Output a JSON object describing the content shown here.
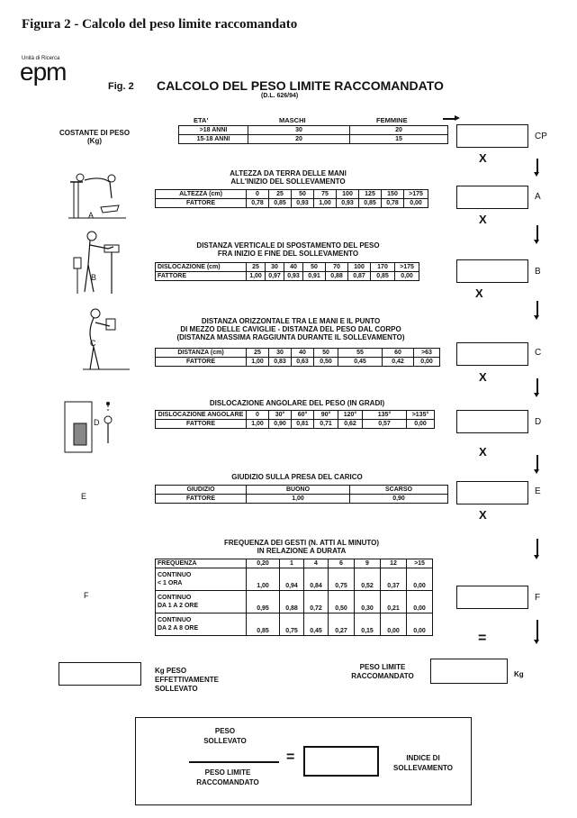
{
  "page_title": "Figura 2 - Calcolo del peso limite raccomandato",
  "logo": {
    "small": "Unità di Ricerca",
    "big": "epm"
  },
  "fig_label": "Fig. 2",
  "heading": "CALCOLO DEL PESO LIMITE RACCOMANDATO",
  "subheading": "(D.L. 626/94)",
  "cp": {
    "left_label_1": "COSTANTE DI PESO",
    "left_label_2": "(Kg)",
    "header": [
      "ETA'",
      "MASCHI",
      "FEMMINE"
    ],
    "rows": [
      [
        ">18 ANNI",
        "30",
        "20"
      ],
      [
        "15-18 ANNI",
        "20",
        "15"
      ]
    ],
    "letter": "CP"
  },
  "a": {
    "caption_1": "ALTEZZA DA TERRA DELLE MANI",
    "caption_2": "ALL'INIZIO DEL SOLLEVAMENTO",
    "rows": [
      [
        "ALTEZZA (cm)",
        "0",
        "25",
        "50",
        "75",
        "100",
        "125",
        "150",
        ">175"
      ],
      [
        "FATTORE",
        "0,78",
        "0,85",
        "0,93",
        "1,00",
        "0,93",
        "0,85",
        "0,78",
        "0,00"
      ]
    ],
    "letter": "A",
    "fig_letter": "A"
  },
  "b": {
    "caption_1": "DISTANZA VERTICALE DI SPOSTAMENTO DEL PESO",
    "caption_2": "FRA INIZIO E FINE DEL SOLLEVAMENTO",
    "rows": [
      [
        "DISLOCAZIONE (cm)",
        "25",
        "30",
        "40",
        "50",
        "70",
        "100",
        "170",
        ">175"
      ],
      [
        "FATTORE",
        "1,00",
        "0,97",
        "0,93",
        "0,91",
        "0,88",
        "0,87",
        "0,85",
        "0,00"
      ]
    ],
    "letter": "B",
    "fig_letter": "B"
  },
  "c": {
    "caption_1": "DISTANZA ORIZZONTALE TRA LE MANI E IL PUNTO",
    "caption_2": "DI MEZZO DELLE CAVIGLIE - DISTANZA DEL PESO DAL CORPO",
    "caption_3": "(DISTANZA MASSIMA RAGGIUNTA DURANTE IL SOLLEVAMENTO)",
    "rows": [
      [
        "DISTANZA (cm)",
        "25",
        "30",
        "40",
        "50",
        "55",
        "60",
        ">63"
      ],
      [
        "FATTORE",
        "1,00",
        "0,83",
        "0,63",
        "0,50",
        "0,45",
        "0,42",
        "0,00"
      ]
    ],
    "letter": "C",
    "fig_letter": "C"
  },
  "d": {
    "caption": "DISLOCAZIONE ANGOLARE DEL PESO (IN GRADI)",
    "rows": [
      [
        "DISLOCAZIONE ANGOLARE",
        "0",
        "30°",
        "60°",
        "90°",
        "120°",
        "135°",
        ">135°"
      ],
      [
        "FATTORE",
        "1,00",
        "0,90",
        "0,81",
        "0,71",
        "0,62",
        "0,57",
        "0,00"
      ]
    ],
    "letter": "D",
    "fig_letter": "D"
  },
  "e": {
    "caption": "GIUDIZIO SULLA PRESA DEL CARICO",
    "rows": [
      [
        "GIUDIZIO",
        "BUONO",
        "SCARSO"
      ],
      [
        "FATTORE",
        "1,00",
        "0,90"
      ]
    ],
    "letter": "E",
    "left_letter": "E"
  },
  "f": {
    "caption_1": "FREQUENZA DEI GESTI (N. ATTI AL MINUTO)",
    "caption_2": "IN RELAZIONE A DURATA",
    "header": [
      "FREQUENZA",
      "0,20",
      "1",
      "4",
      "6",
      "9",
      "12",
      ">15"
    ],
    "rows": [
      [
        "CONTINUO",
        "< 1 ORA",
        "1,00",
        "0,94",
        "0,84",
        "0,75",
        "0,52",
        "0,37",
        "0,00"
      ],
      [
        "CONTINUO",
        "DA 1 A 2 ORE",
        "0,95",
        "0,88",
        "0,72",
        "0,50",
        "0,30",
        "0,21",
        "0,00"
      ],
      [
        "CONTINUO",
        "DA 2 A 8 ORE",
        "0,85",
        "0,75",
        "0,45",
        "0,27",
        "0,15",
        "0,00",
        "0,00"
      ]
    ],
    "letter": "F",
    "left_letter": "F"
  },
  "multiply": "X",
  "equals": "=",
  "kg_lifted": {
    "line_1": "Kg PESO",
    "line_2": "EFFETTIVAMENTE",
    "line_3": "SOLLEVATO"
  },
  "recommended": {
    "line_1": "PESO LIMITE",
    "line_2": "RACCOMANDATO",
    "unit": "Kg"
  },
  "index": {
    "numerator_1": "PESO",
    "numerator_2": "SOLLEVATO",
    "denominator_1": "PESO LIMITE",
    "denominator_2": "RACCOMANDATO",
    "result_1": "INDICE DI",
    "result_2": "SOLLEVAMENTO",
    "equals": "="
  }
}
